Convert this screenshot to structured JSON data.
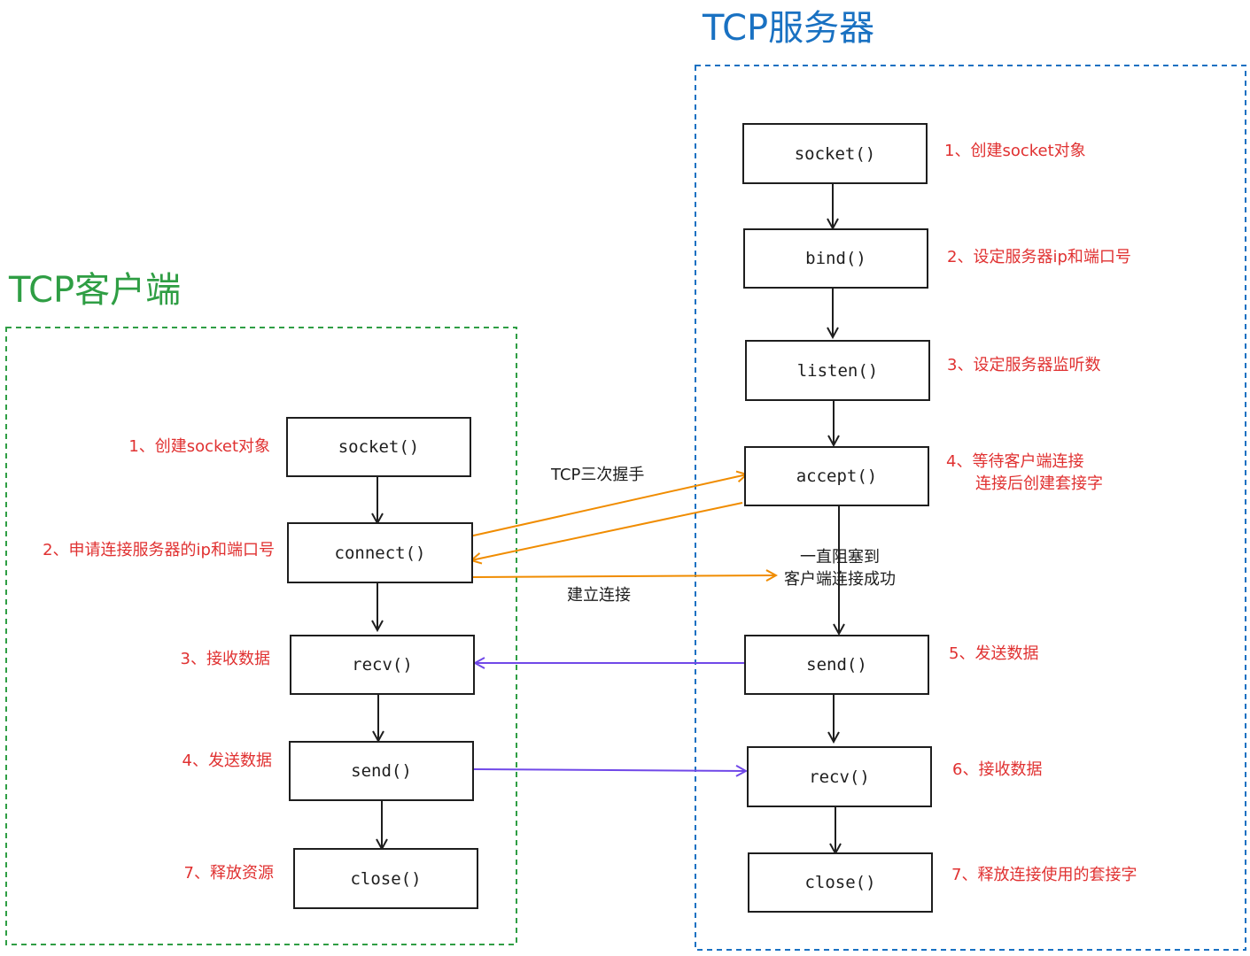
{
  "server": {
    "title": "TCP服务器",
    "functions": [
      "socket()",
      "bind()",
      "listen()",
      "accept()",
      "send()",
      "recv()",
      "close()"
    ],
    "steps": [
      "1、创建socket对象",
      "2、设定服务器ip和端口号",
      "3、设定服务器监听数",
      "4、等待客户端连接",
      "连接后创建套接字",
      "5、发送数据",
      "6、接收数据",
      "7、释放连接使用的套接字"
    ],
    "blocking_note": [
      "一直阻塞到",
      "客户端连接成功"
    ]
  },
  "client": {
    "title": "TCP客户端",
    "functions": [
      "socket()",
      "connect()",
      "recv()",
      "send()",
      "close()"
    ],
    "steps": [
      "1、创建socket对象",
      "2、申请连接服务器的ip和端口号",
      "3、接收数据",
      "4、发送数据",
      "7、释放资源"
    ]
  },
  "connections": {
    "handshake_label": "TCP三次握手",
    "established_label": "建立连接"
  },
  "colors": {
    "server_group": "#1971c2",
    "client_group": "#2f9e44",
    "step_text": "#e03131",
    "handshake_arrow": "#f08c00",
    "data_arrow": "#7048e8",
    "box_border": "#1e1e1e"
  }
}
